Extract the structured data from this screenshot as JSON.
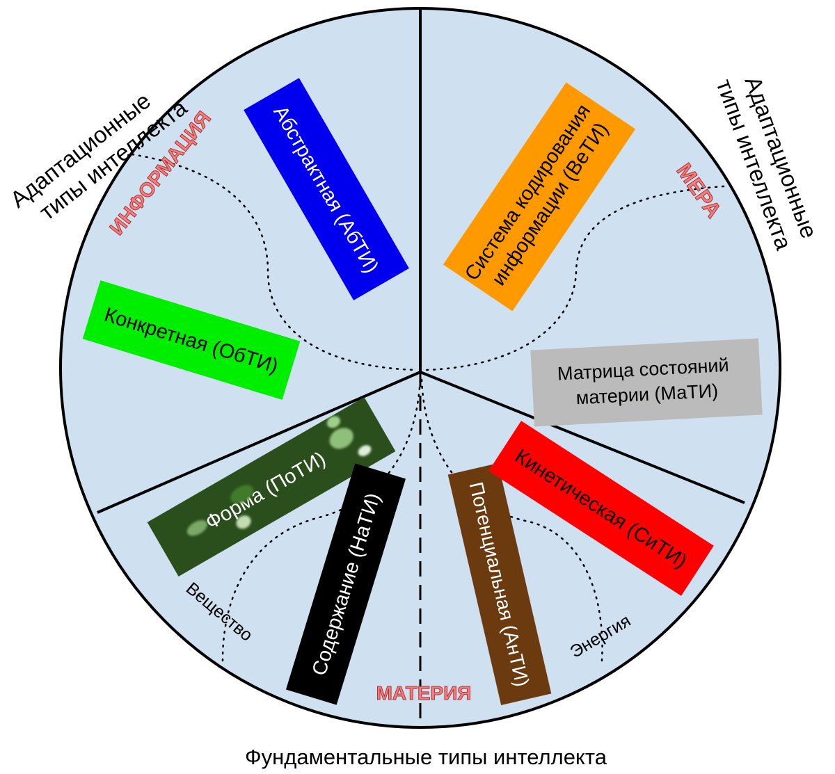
{
  "corner_labels": {
    "top_left": [
      "Адаптационные",
      "типы интеллекта"
    ],
    "top_right": [
      "Адаптационные",
      "типы интеллекта"
    ],
    "bottom": "Фундаментальные типы интеллекта"
  },
  "sectors": {
    "information": "ИНФОРМАЦИЯ",
    "measure": "МЕРА",
    "matter": "МАТЕРИЯ"
  },
  "boxes": {
    "abstract": {
      "text": [
        "Абстрактная (АбТИ)"
      ],
      "fill": "#0000ee",
      "color": "#ffffff"
    },
    "concrete": {
      "text": [
        "Конкретная (ОбТИ)"
      ],
      "fill": "#00ee00",
      "color": "#000000"
    },
    "coding": {
      "text": [
        "Система кодирования",
        "информации (ВеТИ)"
      ],
      "fill": "#ff9900",
      "color": "#000000"
    },
    "matrix": {
      "text": [
        "Матрица состояний",
        "материи (МаТИ)"
      ],
      "fill": "#bbbbbb",
      "color": "#000000"
    },
    "form": {
      "text": [
        "Форма (ПоТИ)"
      ],
      "fill": "#2b4f1c",
      "color": "#ffffff"
    },
    "content": {
      "text": [
        "Содержание (НаТИ)"
      ],
      "fill": "#000000",
      "color": "#ffffff"
    },
    "potential": {
      "text": [
        "Потенциальная (АнТИ)"
      ],
      "fill": "#6b3a0f",
      "color": "#ffffff"
    },
    "kinetic": {
      "text": [
        "Кинетическая (СиТИ)"
      ],
      "fill": "#ff0000",
      "color": "#000000"
    }
  },
  "small_labels": {
    "substance": "Вещество",
    "energy": "Энергия"
  },
  "colors": {
    "disc": "#cfe0f0",
    "outline": "#000000",
    "sector_label": "#f08080"
  }
}
